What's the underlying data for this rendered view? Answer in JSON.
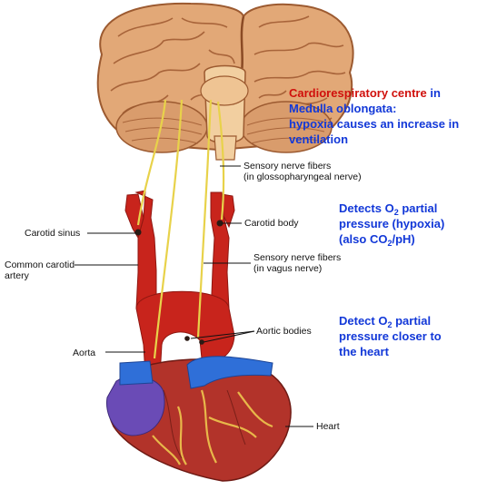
{
  "colors": {
    "brain": "#e2a877",
    "brain_dark": "#9c5a30",
    "nerve": "#e8d24a",
    "artery": "#c8241c",
    "vein": "#2f6fd8",
    "heart": "#b2332a",
    "note_red": "#d0100c",
    "note_blue": "#1238d8"
  },
  "labels": {
    "sensory_glosso_1": "Sensory nerve fibers",
    "sensory_glosso_2": "(in glossopharyngeal nerve)",
    "carotid_sinus": "Carotid sinus",
    "carotid_body": "Carotid body",
    "common_carotid_1": "Common carotid",
    "common_carotid_2": "artery",
    "sensory_vagus_1": "Sensory nerve fibers",
    "sensory_vagus_2": "(in vagus nerve)",
    "aortic_bodies": "Aortic bodies",
    "aorta": "Aorta",
    "heart": "Heart"
  },
  "notes": {
    "centre": {
      "red_text": "Cardiorespiratory centre",
      "blue_in": " in",
      "line2": "Medulla oblongata:",
      "line3": "hypoxia causes an increase in",
      "line4": "ventilation"
    },
    "carotid": {
      "l1a": "Detects O",
      "sub1": "2",
      "l1b": " partial",
      "line2": "pressure  (hypoxia)",
      "l3a": "(also CO",
      "sub3": "2",
      "l3b": "/pH)"
    },
    "aortic": {
      "l1a": "Detect O",
      "sub1": "2",
      "l1b": " partial",
      "line2": "pressure closer to",
      "line3": "the heart"
    }
  }
}
